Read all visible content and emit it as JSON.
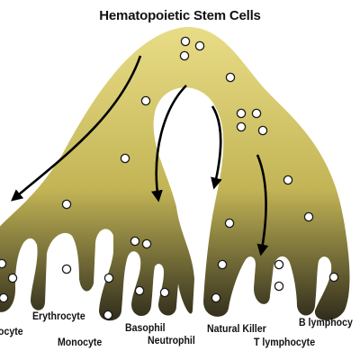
{
  "title": "Hematopoietic Stem Cells",
  "labels": {
    "monocyte_left": "ocyte",
    "erythrocyte": "Erythrocyte",
    "monocyte": "Monocyte",
    "basophil": "Basophil",
    "neutrophil": "Neutrophil",
    "natural_killer": "Natural Killer",
    "t_lymphocyte": "T lymphocyte",
    "b_lymphocyte": "B lymphocy"
  },
  "colors": {
    "tree_top": "#e8dc86",
    "tree_mid": "#c3b556",
    "tree_bottom": "#2f2c1c",
    "cell_fill": "#ffffff",
    "cell_stroke": "#1a1a1a",
    "arrow": "#000000"
  }
}
